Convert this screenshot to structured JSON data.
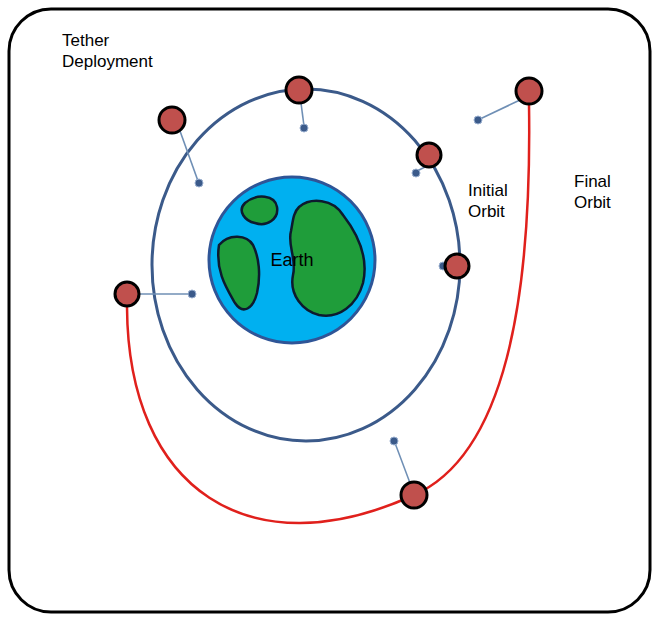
{
  "diagram": {
    "nodes": [
      {
        "text": [
          "Earth"
        ]
      }
    ],
    "labels": [
      "Tether Deployment",
      "Initial Orbit",
      "Final Orbit"
    ]
  }
}
